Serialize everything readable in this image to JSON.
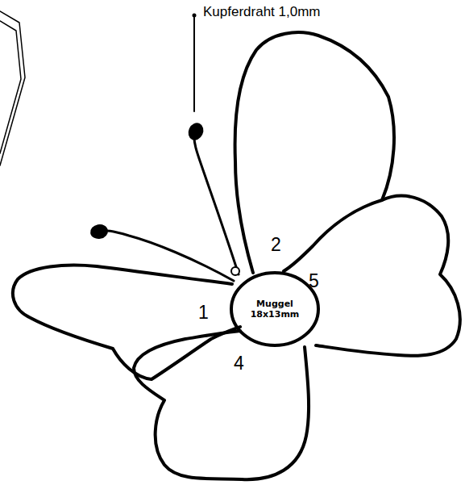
{
  "diagram": {
    "nodes": [
      {
        "text": [
          "Muggel 18x13mm"
        ]
      }
    ],
    "labels": [
      "Kupferdraht 1,0mm",
      "2",
      "5",
      "1",
      "4"
    ]
  }
}
